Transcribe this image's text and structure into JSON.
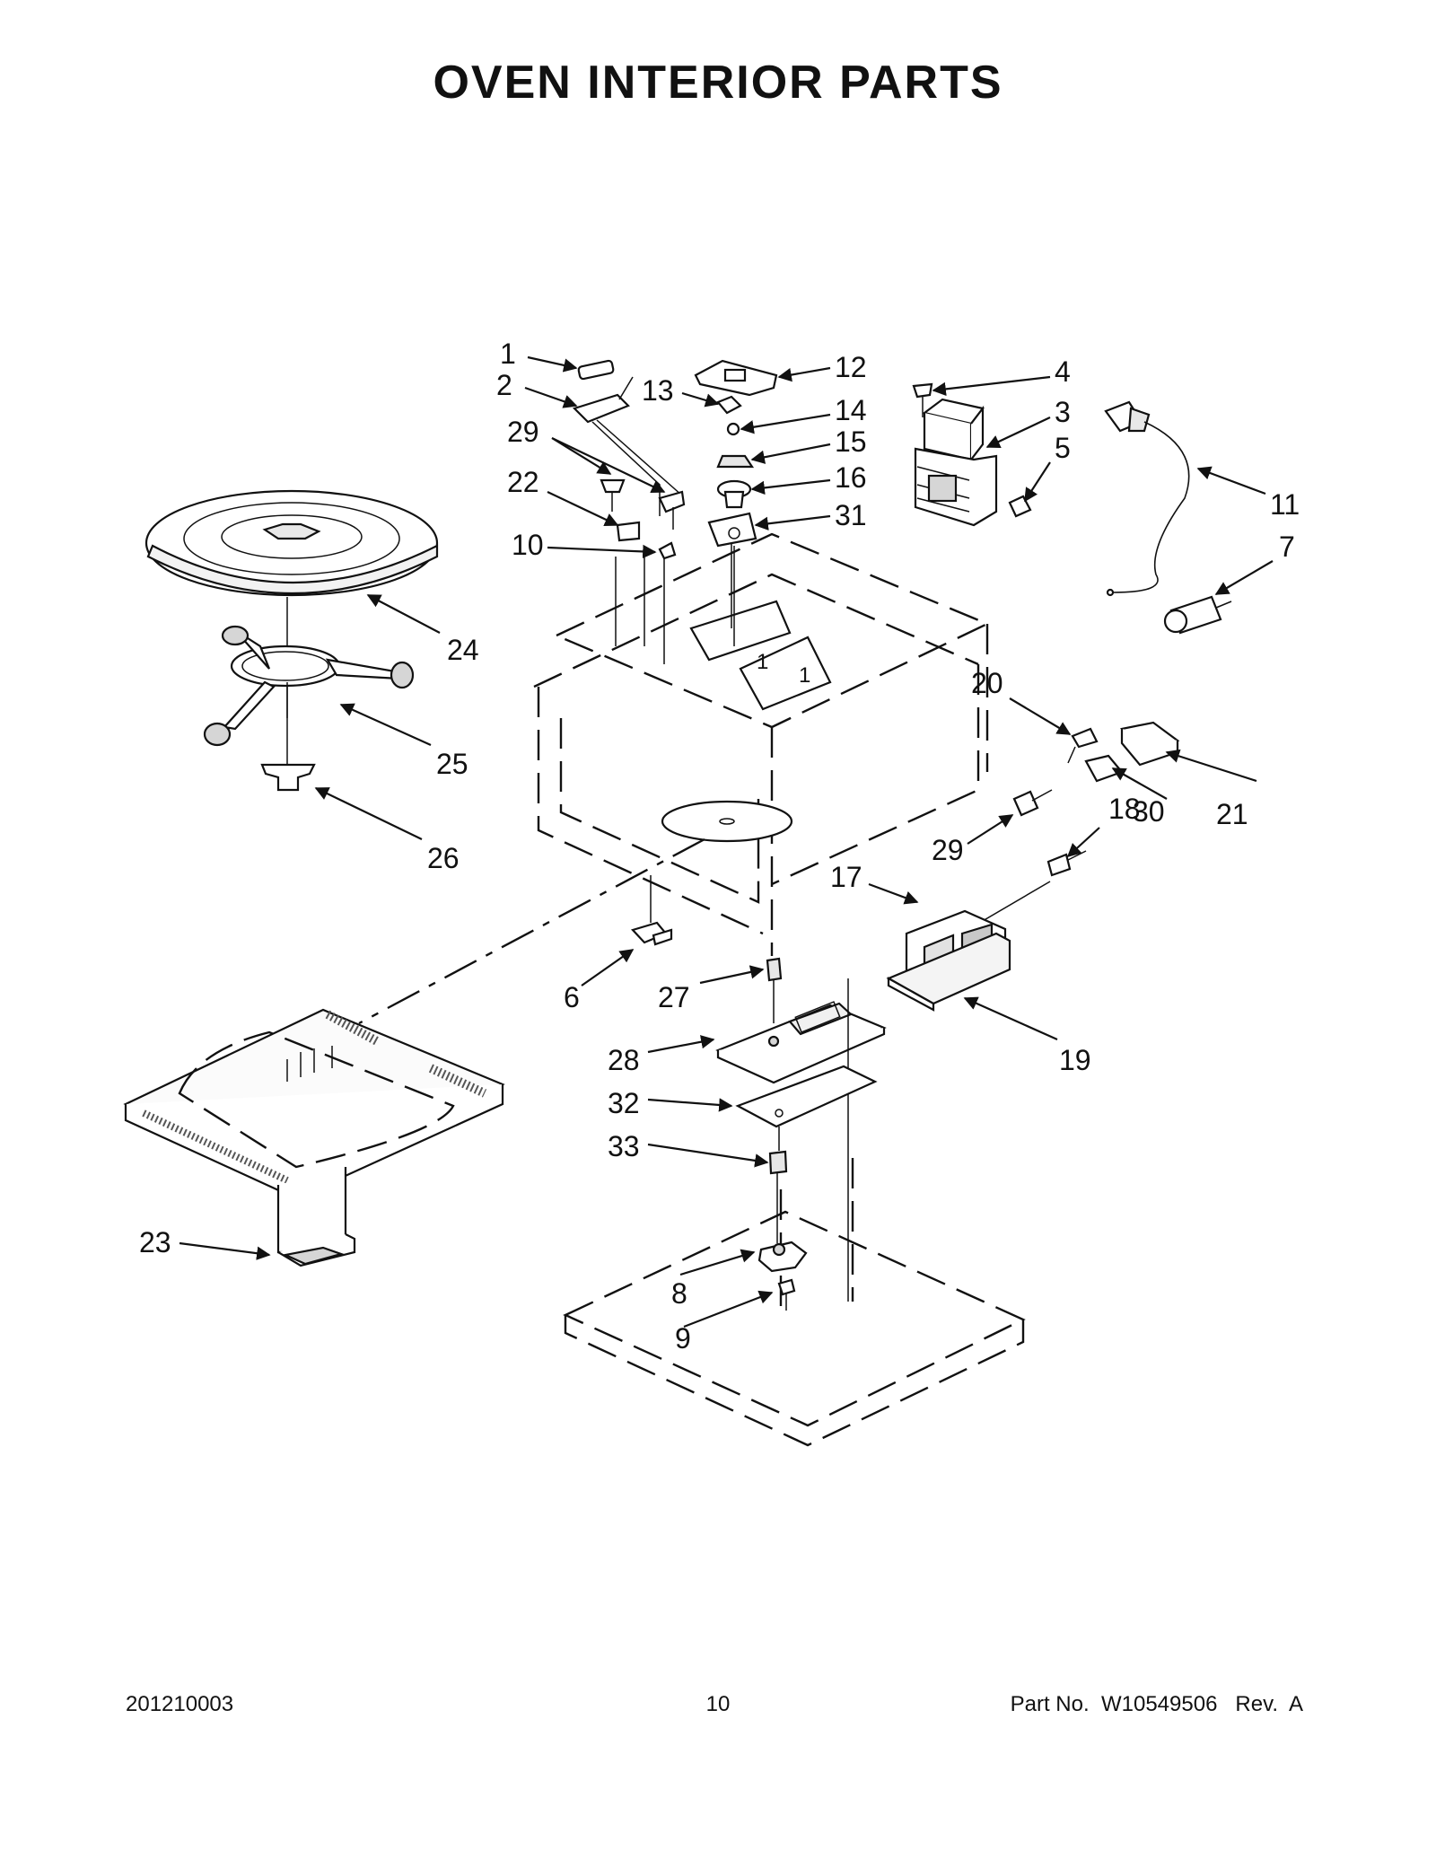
{
  "page": {
    "title": "OVEN INTERIOR PARTS",
    "footer_left": "201210003",
    "footer_center": "10",
    "footer_right": "Part No.  W10549506   Rev.  A"
  },
  "callouts": {
    "c1": "1",
    "c2": "2",
    "c3": "3",
    "c4": "4",
    "c5": "5",
    "c6": "6",
    "c7": "7",
    "c8": "8",
    "c9": "9",
    "c10": "10",
    "c11": "11",
    "c12": "12",
    "c13": "13",
    "c14": "14",
    "c15": "15",
    "c16": "16",
    "c17": "17",
    "c18": "18",
    "c19": "19",
    "c20": "20",
    "c21": "21",
    "c22": "22",
    "c23": "23",
    "c24": "24",
    "c25": "25",
    "c26": "26",
    "c27": "27",
    "c28": "28",
    "c29a": "29",
    "c29b": "29",
    "c30": "30",
    "c31": "31",
    "c32": "32",
    "c33": "33"
  },
  "waveguide_marks": {
    "m1": "1",
    "m2": "1"
  }
}
